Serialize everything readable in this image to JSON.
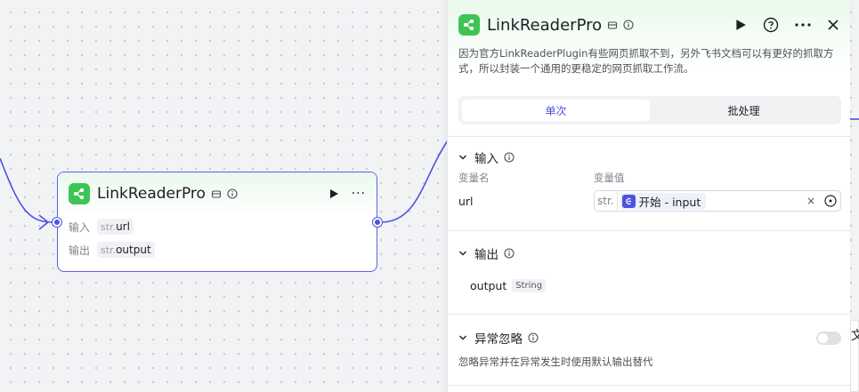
{
  "node": {
    "title": "LinkReaderPro",
    "inputs_label": "输入",
    "outputs_label": "输出",
    "input_type_prefix": "str.",
    "input_name": "url",
    "output_type_prefix": "str.",
    "output_name": "output",
    "more": "···"
  },
  "panel": {
    "title": "LinkReaderPro",
    "description": "因为官方LinkReaderPlugin有些网页抓取不到，另外飞书文档可以有更好的抓取方式，所以封装一个通用的更稳定的网页抓取工作流。",
    "tabs": [
      {
        "label": "单次",
        "active": true
      },
      {
        "label": "批处理",
        "active": false
      }
    ],
    "input_section": {
      "title": "输入",
      "col_name": "变量名",
      "col_value": "变量值",
      "var_name": "url",
      "type_prefix": "str.",
      "ref_value": "开始 - input",
      "clear": "×"
    },
    "output_section": {
      "title": "输出",
      "var_name": "output",
      "type": "String"
    },
    "error_section": {
      "title": "异常忽略",
      "enabled": false,
      "hint": "忽略异常并在异常发生时使用默认输出替代"
    }
  },
  "canvas_edge_text": "文",
  "colors": {
    "accent": "#4e53e0",
    "app_icon": "#3ec455",
    "node_border": "#5c62e6"
  }
}
